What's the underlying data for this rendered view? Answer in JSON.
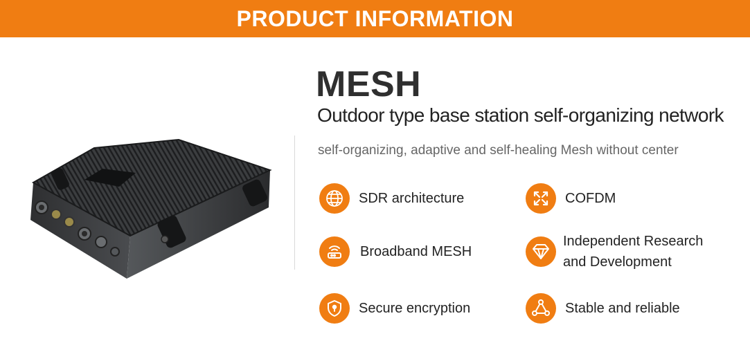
{
  "banner": {
    "title": "PRODUCT INFORMATION"
  },
  "product": {
    "title": "MESH",
    "subtitle": "Outdoor type base station self-organizing network",
    "description": "self-organizing, adaptive and self-healing Mesh without center",
    "image": "outdoor-base-station-device"
  },
  "features": [
    {
      "label": "SDR architecture",
      "icon": "globe-icon"
    },
    {
      "label": "COFDM",
      "icon": "arrows-cross-icon"
    },
    {
      "label": "Broadband MESH",
      "icon": "router-icon"
    },
    {
      "label": "Independent Research and Development",
      "icon": "diamond-icon"
    },
    {
      "label": "Secure encryption",
      "icon": "shield-icon"
    },
    {
      "label": "Stable and reliable",
      "icon": "triangle-network-icon"
    }
  ],
  "colors": {
    "accent": "#f07d12",
    "text": "#222222",
    "muted": "#666666"
  }
}
